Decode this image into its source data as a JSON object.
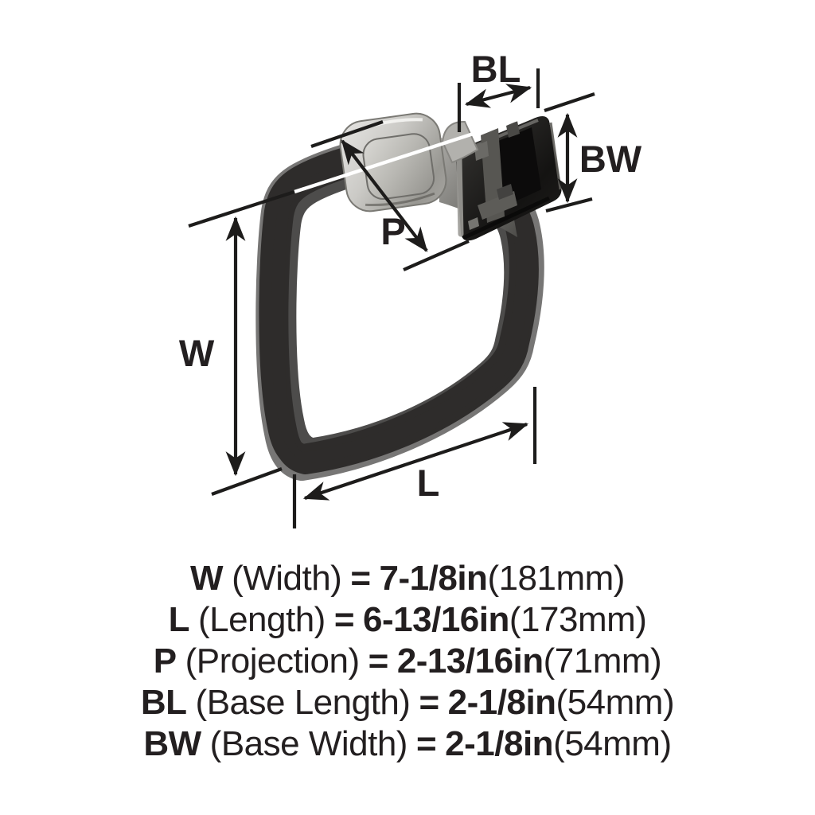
{
  "page": {
    "background": "#ffffff",
    "text_color": "#231f20",
    "line_color": "#1d1c1b"
  },
  "diagram": {
    "description": "towel-ring-dimension-diagram",
    "dimension_labels": {
      "w": "W",
      "l": "L",
      "p": "P",
      "bl": "BL",
      "bw": "BW"
    }
  },
  "specs": [
    {
      "symbol": "W",
      "name": "(Width)",
      "equals": "=",
      "value": "7-1/8in",
      "metric": "(181mm)"
    },
    {
      "symbol": "L",
      "name": "(Length)",
      "equals": "=",
      "value": "6-13/16in",
      "metric": "(173mm)"
    },
    {
      "symbol": "P",
      "name": "(Projection)",
      "equals": "=",
      "value": "2-13/16in",
      "metric": "(71mm)"
    },
    {
      "symbol": "BL",
      "name": "(Base Length)",
      "equals": "=",
      "value": "2-1/8in",
      "metric": "(54mm)"
    },
    {
      "symbol": "BW",
      "name": "(Base Width)",
      "equals": "=",
      "value": "2-1/8in",
      "metric": "(54mm)"
    }
  ]
}
